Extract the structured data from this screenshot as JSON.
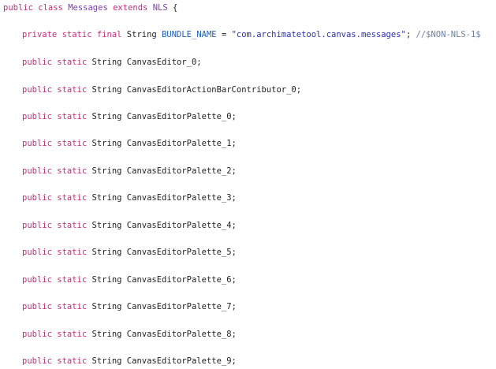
{
  "code": {
    "class_decl": {
      "kw_public": "public",
      "kw_class": "class",
      "class_name": "Messages",
      "kw_extends": "extends",
      "super_name": "NLS",
      "open_brace": "{"
    },
    "bundle_line": {
      "kw_private": "private",
      "kw_static": "static",
      "kw_final": "final",
      "type": "String",
      "const_name": "BUNDLE_NAME",
      "assign": "=",
      "value": "\"com.archimatetool.canvas.messages\"",
      "semicolon": ";",
      "comment": "//$NON-NLS-1$"
    },
    "field_modifiers": {
      "kw_public": "public",
      "kw_static": "static",
      "type": "String"
    },
    "fields": [
      "CanvasEditor_0;",
      "CanvasEditorActionBarContributor_0;",
      "CanvasEditorPalette_0;",
      "CanvasEditorPalette_1;",
      "CanvasEditorPalette_2;",
      "CanvasEditorPalette_3;",
      "CanvasEditorPalette_4;",
      "CanvasEditorPalette_5;",
      "CanvasEditorPalette_6;",
      "CanvasEditorPalette_7;",
      "CanvasEditorPalette_8;",
      "CanvasEditorPalette_9;"
    ]
  },
  "colors": {
    "keyword": "#c12d7e",
    "class_name": "#7d3bb0",
    "constant": "#1e5fb4",
    "string": "#2b2fa6",
    "comment": "#6d7ea1"
  }
}
